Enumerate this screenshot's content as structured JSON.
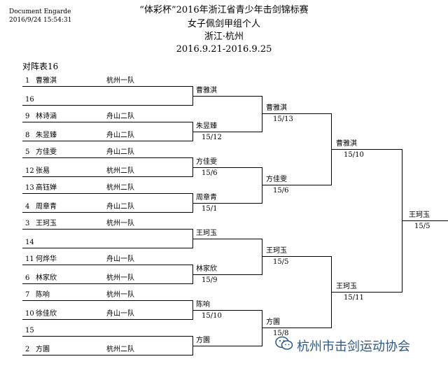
{
  "header": {
    "software": "Document Engarde",
    "timestamp": "2016/9/24 15:54:31",
    "title": "“体彩杯”2016年浙江省青少年击剑锦标赛",
    "event": "女子佩剑甲组个人",
    "location": "浙江·杭州",
    "dates": "2016.9.21-2016.9.25"
  },
  "table_label": "对阵表16",
  "round1": [
    {
      "seed": "1",
      "name": "曹雅淇",
      "team": "杭州一队"
    },
    {
      "seed": "16",
      "name": "",
      "team": ""
    },
    {
      "seed": "9",
      "name": "林诗涵",
      "team": "舟山二队"
    },
    {
      "seed": "8",
      "name": "朱昱臻",
      "team": "舟山二队"
    },
    {
      "seed": "5",
      "name": "方佳雯",
      "team": "舟山二队"
    },
    {
      "seed": "12",
      "name": "张易",
      "team": "杭州二队"
    },
    {
      "seed": "13",
      "name": "高钰婵",
      "team": "杭州二队"
    },
    {
      "seed": "4",
      "name": "周章青",
      "team": "舟山二队"
    },
    {
      "seed": "3",
      "name": "王珂玉",
      "team": "杭州一队"
    },
    {
      "seed": "14",
      "name": "",
      "team": ""
    },
    {
      "seed": "11",
      "name": "何烨华",
      "team": "舟山一队"
    },
    {
      "seed": "6",
      "name": "林家欣",
      "team": "杭州一队"
    },
    {
      "seed": "7",
      "name": "陈响",
      "team": "杭州一队"
    },
    {
      "seed": "10",
      "name": "徐佳欣",
      "team": "舟山一队"
    },
    {
      "seed": "15",
      "name": "",
      "team": ""
    },
    {
      "seed": "2",
      "name": "方園",
      "team": "杭州二队"
    }
  ],
  "round2": [
    {
      "name": "曹雅淇",
      "score": ""
    },
    {
      "name": "朱昱臻",
      "score": "15/12"
    },
    {
      "name": "方佳雯",
      "score": "15/6"
    },
    {
      "name": "周章青",
      "score": "15/1"
    },
    {
      "name": "王珂玉",
      "score": ""
    },
    {
      "name": "林家欣",
      "score": "15/9"
    },
    {
      "name": "陈响",
      "score": "15/10"
    },
    {
      "name": "方園",
      "score": ""
    }
  ],
  "round3": [
    {
      "name": "曹雅淇",
      "score": "15/13"
    },
    {
      "name": "方佳雯",
      "score": "15/6"
    },
    {
      "name": "王珂玉",
      "score": "15/5"
    },
    {
      "name": "方園",
      "score": "15/8"
    }
  ],
  "round4": [
    {
      "name": "曹雅淇",
      "score": "15/10"
    },
    {
      "name": "王珂玉",
      "score": "15/11"
    }
  ],
  "final": {
    "name": "王珂玉",
    "score": "15/5"
  },
  "watermark": {
    "icon": "wechat-icon",
    "text": "杭州市击剑运动协会"
  }
}
